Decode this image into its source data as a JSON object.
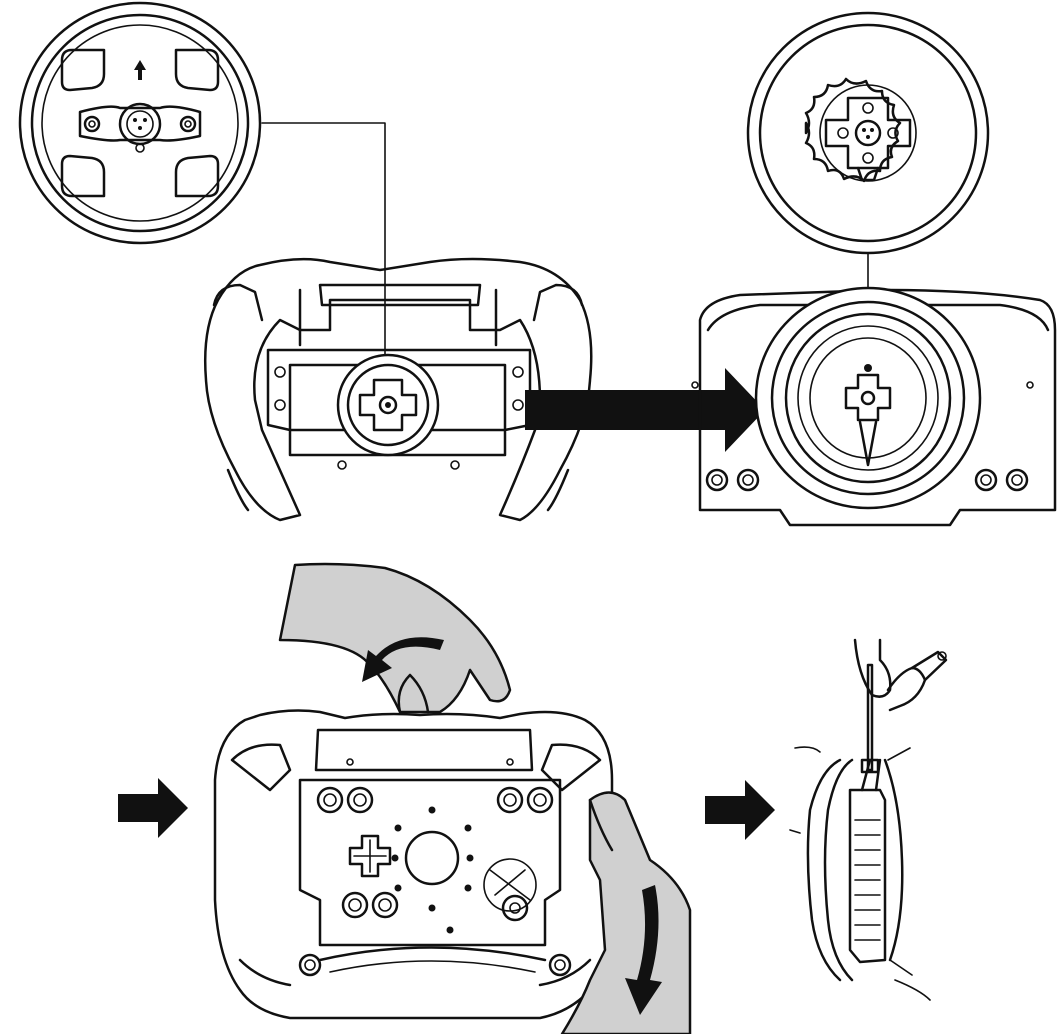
{
  "diagram": {
    "panels": [
      "detail-wheel-back",
      "detail-base-hub",
      "wheel-rim-back",
      "wheel-base",
      "wheel-front-with-hands",
      "side-view-screwdriver"
    ],
    "arrows": [
      "arrow-to-base",
      "arrow-into-wheel",
      "arrow-to-side-view"
    ],
    "colors": {
      "stroke": "#111111",
      "hand_fill": "#d0d0d0",
      "background": "#ffffff"
    },
    "icons": [
      "up-arrow-icon",
      "rotate-arrow-icon",
      "screwdriver-icon"
    ]
  }
}
